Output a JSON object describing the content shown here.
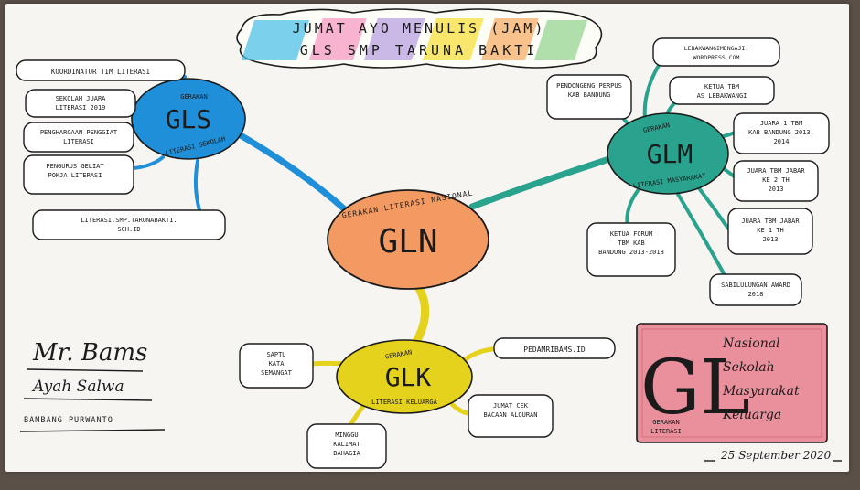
{
  "title": {
    "line1": "JUMAT AYO MENULIS (JAM)",
    "line2": "GLS SMP TARUNA BAKTI"
  },
  "center": {
    "label": "GLN",
    "arc_text": "GERAKAN LITERASI NASIONAL"
  },
  "gls": {
    "label": "GLS",
    "arc_top": "GERAKAN",
    "arc_bottom": "LITERASI SEKOLAH",
    "items": [
      "KOORDINATOR TIM LITERASI",
      "SEKOLAH JUARA LITERASI 2019",
      "PENGHARGAAN PENGGIAT LITERASI",
      "PENGURUS GELIAT POKJA LITERASI",
      "LITERASI.SMP.TARUNABAKTI.SCH.ID"
    ]
  },
  "glm": {
    "label": "GLM",
    "arc_top": "GERAKAN",
    "arc_bottom": "LITERASI MASYARAKAT",
    "items": [
      "LEBAKWANGIMENGAJI. WORDPRESS.COM",
      "PENDONGENG PERPUS KAB BANDUNG",
      "KETUA TBM AS LEBAKWANGI",
      "JUARA 1 TBM KAB BANDUNG 2013, 2014",
      "JUARA TBM JABAR KE 2 TH 2013",
      "JUARA TBM JABAR KE 1 TH 2013",
      "KETUA FORUM TBM KAB BANDUNG 2013-2018",
      "SABILULUNGAN AWARD 2018"
    ]
  },
  "glk": {
    "label": "GLK",
    "arc_top": "GERAKAN",
    "arc_bottom": "LITERASI KELUARGA",
    "items": [
      "PEDAMRIBAMS.ID",
      "SAPTU KATA SEMANGAT",
      "JUMAT CEK BACAAN ALQURAN",
      "MINGGU KALIMAT BAHAGIA"
    ]
  },
  "author": {
    "signature": "Mr. Bams",
    "nickname": "Ayah Salwa",
    "name": "BAMBANG PURWANTO"
  },
  "legend": {
    "big": "GL",
    "words": [
      "Nasional",
      "Sekolah",
      "Masyarakat",
      "Keluarga"
    ],
    "caption": "GERAKAN LITERASI"
  },
  "date": "25 September 2020",
  "colors": {
    "center": "#f29a62",
    "gls": "#1e8fd8",
    "glm": "#2aa38e",
    "glk": "#e5d21c",
    "legend": "#e9909c",
    "title_cloud": [
      "#4fc0e8",
      "#f49ac2",
      "#f7e04a",
      "#b49ade",
      "#f3a85c",
      "#8fd18b"
    ]
  }
}
